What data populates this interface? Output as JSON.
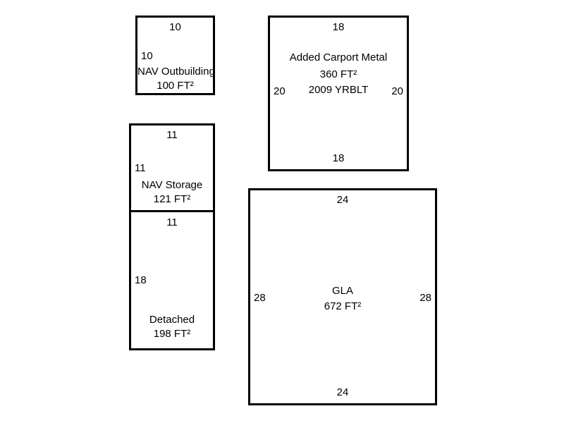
{
  "sketch": {
    "outbuilding": {
      "name": "NAV Outbuilding",
      "area": "100 FT²",
      "dim_top": "10",
      "dim_left": "10"
    },
    "carport": {
      "name": "Added Carport Metal",
      "area": "360 FT²",
      "yrblt": "2009 YRBLT",
      "dim_top": "18",
      "dim_left": "20",
      "dim_right": "20",
      "dim_bottom": "18"
    },
    "storage": {
      "name": "NAV Storage",
      "area": "121 FT²",
      "dim_top": "11",
      "dim_left": "11"
    },
    "detached": {
      "name": "Detached",
      "area": "198 FT²",
      "dim_top": "11",
      "dim_left": "18"
    },
    "gla": {
      "name": "GLA",
      "area": "672 FT²",
      "dim_top": "24",
      "dim_left": "28",
      "dim_right": "28",
      "dim_bottom": "24"
    },
    "colors": {
      "line": "#000000",
      "background": "#ffffff"
    }
  }
}
